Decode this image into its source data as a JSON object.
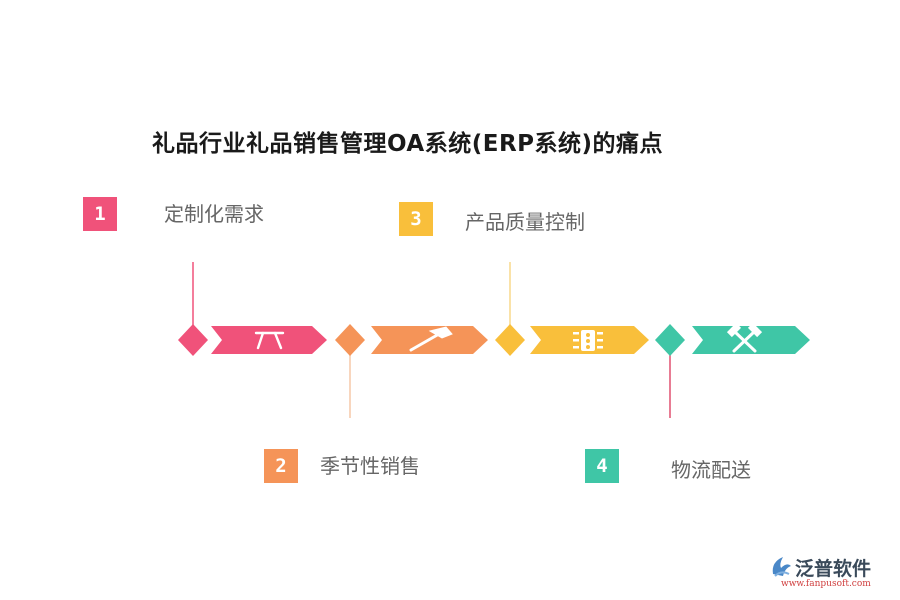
{
  "title": "礼品行业礼品销售管理OA系统(ERP系统)的痛点",
  "steps": [
    {
      "num": "1",
      "label": "定制化需求",
      "color": "#f0527a",
      "icon": "pliers-icon"
    },
    {
      "num": "2",
      "label": "季节性销售",
      "color": "#f59458",
      "icon": "hammer-icon"
    },
    {
      "num": "3",
      "label": "产品质量控制",
      "color": "#f9bf3b",
      "icon": "traffic-light-icon"
    },
    {
      "num": "4",
      "label": "物流配送",
      "color": "#3fc6a6",
      "icon": "crossed-hammers-icon"
    }
  ],
  "logo": {
    "name": "泛普软件",
    "url": "www.fanpusoft.com"
  }
}
